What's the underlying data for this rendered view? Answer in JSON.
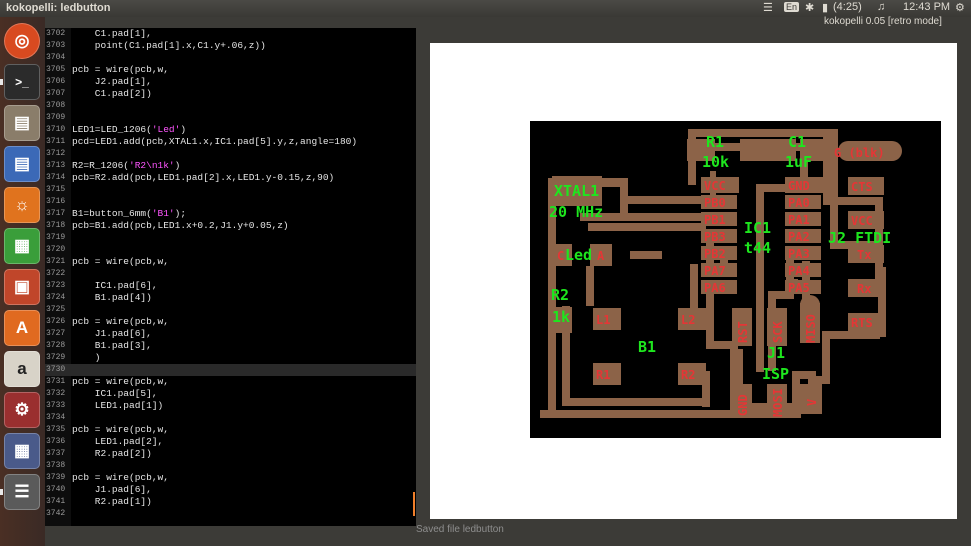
{
  "top_panel": {
    "window_title": "kokopelli: ledbutton",
    "keyboard_layout": "En",
    "battery": "(4:25)",
    "clock": "12:43 PM"
  },
  "window": {
    "title": "kokopelli 0.05 [retro mode]"
  },
  "launcher": {
    "items": [
      "dash-home",
      "terminal",
      "file-manager",
      "libreoffice-writer",
      "firefox",
      "libreoffice-calc",
      "libreoffice-impress",
      "software-center",
      "amazon",
      "system-settings",
      "workspace-switcher",
      "layered-app"
    ]
  },
  "editor": {
    "current_line": "3730",
    "lines": [
      {
        "n": "3702",
        "t": "    C1.pad[1],"
      },
      {
        "n": "3703",
        "t": "    point(C1.pad[1].x,C1.y+.06,z))"
      },
      {
        "n": "3704",
        "t": ""
      },
      {
        "n": "3705",
        "t": "pcb = wire(pcb,w,"
      },
      {
        "n": "3706",
        "t": "    J2.pad[1],"
      },
      {
        "n": "3707",
        "t": "    C1.pad[2])"
      },
      {
        "n": "3708",
        "t": ""
      },
      {
        "n": "3709",
        "t": ""
      },
      {
        "n": "3710",
        "t": "LED1=LED_1206(",
        "s": "'Led'",
        "e": ")"
      },
      {
        "n": "3711",
        "t": "pcd=LED1.add(pcb,XTAL1.x,IC1.pad[5].y,z,angle=180)"
      },
      {
        "n": "3712",
        "t": ""
      },
      {
        "n": "3713",
        "t": "R2=R_1206(",
        "s": "'R2\\n1k'",
        "e": ")"
      },
      {
        "n": "3714",
        "t": "pcb=R2.add(pcb,LED1.pad[2].x,LED1.y-0.15,z,90)"
      },
      {
        "n": "3715",
        "t": ""
      },
      {
        "n": "3716",
        "t": ""
      },
      {
        "n": "3717",
        "t": "B1=button_6mm(",
        "s": "'B1'",
        "e": ");"
      },
      {
        "n": "3718",
        "t": "pcb=B1.add(pcb,LED1.x+0.2,J1.y+0.05,z)"
      },
      {
        "n": "3719",
        "t": ""
      },
      {
        "n": "3720",
        "t": ""
      },
      {
        "n": "3721",
        "t": "pcb = wire(pcb,w,"
      },
      {
        "n": "3722",
        "t": ""
      },
      {
        "n": "3723",
        "t": "    IC1.pad[6],"
      },
      {
        "n": "3724",
        "t": "    B1.pad[4])"
      },
      {
        "n": "3725",
        "t": ""
      },
      {
        "n": "3726",
        "t": "pcb = wire(pcb,w,"
      },
      {
        "n": "3727",
        "t": "    J1.pad[6],"
      },
      {
        "n": "3728",
        "t": "    B1.pad[3],"
      },
      {
        "n": "3729",
        "t": "    )"
      },
      {
        "n": "3730",
        "t": ""
      },
      {
        "n": "3731",
        "t": "pcb = wire(pcb,w,"
      },
      {
        "n": "3732",
        "t": "    IC1.pad[5],"
      },
      {
        "n": "3733",
        "t": "    LED1.pad[1])"
      },
      {
        "n": "3734",
        "t": ""
      },
      {
        "n": "3735",
        "t": "pcb = wire(pcb,w,"
      },
      {
        "n": "3736",
        "t": "    LED1.pad[2],"
      },
      {
        "n": "3737",
        "t": "    R2.pad[2])"
      },
      {
        "n": "3738",
        "t": ""
      },
      {
        "n": "3739",
        "t": "pcb = wire(pcb,w,"
      },
      {
        "n": "3740",
        "t": "    J1.pad[6],"
      },
      {
        "n": "3741",
        "t": "    R2.pad[1])"
      },
      {
        "n": "3742",
        "t": ""
      }
    ]
  },
  "pcb_view": {
    "colors": {
      "board": "#000000",
      "copper": "#8c6348",
      "labels_green": "#1ee61e",
      "labels_red": "#e43636"
    },
    "green_labels": [
      "R1",
      "10k",
      "C1",
      "1uF",
      "XTAL1",
      "20 MHz",
      "IC1",
      "t44",
      "J2 FTDI",
      "Led",
      "R2",
      "1k",
      "B1",
      "J1",
      "ISP"
    ],
    "red_labels": [
      "G (blk)",
      "VCC",
      "PB0",
      "PB1",
      "PB3",
      "PB2",
      "PA7",
      "PA6",
      "GND",
      "PA0",
      "PA1",
      "PA2",
      "PA3",
      "PA4",
      "PA5",
      "CTS",
      "VCC",
      "Tx",
      "Rx",
      "RTS",
      "C",
      "A",
      "L1",
      "L2",
      "RST",
      "SCK",
      "MISO",
      "R1",
      "R2",
      "GND",
      "MOSI",
      "V"
    ]
  },
  "status_bar": {
    "message": "Saved file ledbutton"
  }
}
